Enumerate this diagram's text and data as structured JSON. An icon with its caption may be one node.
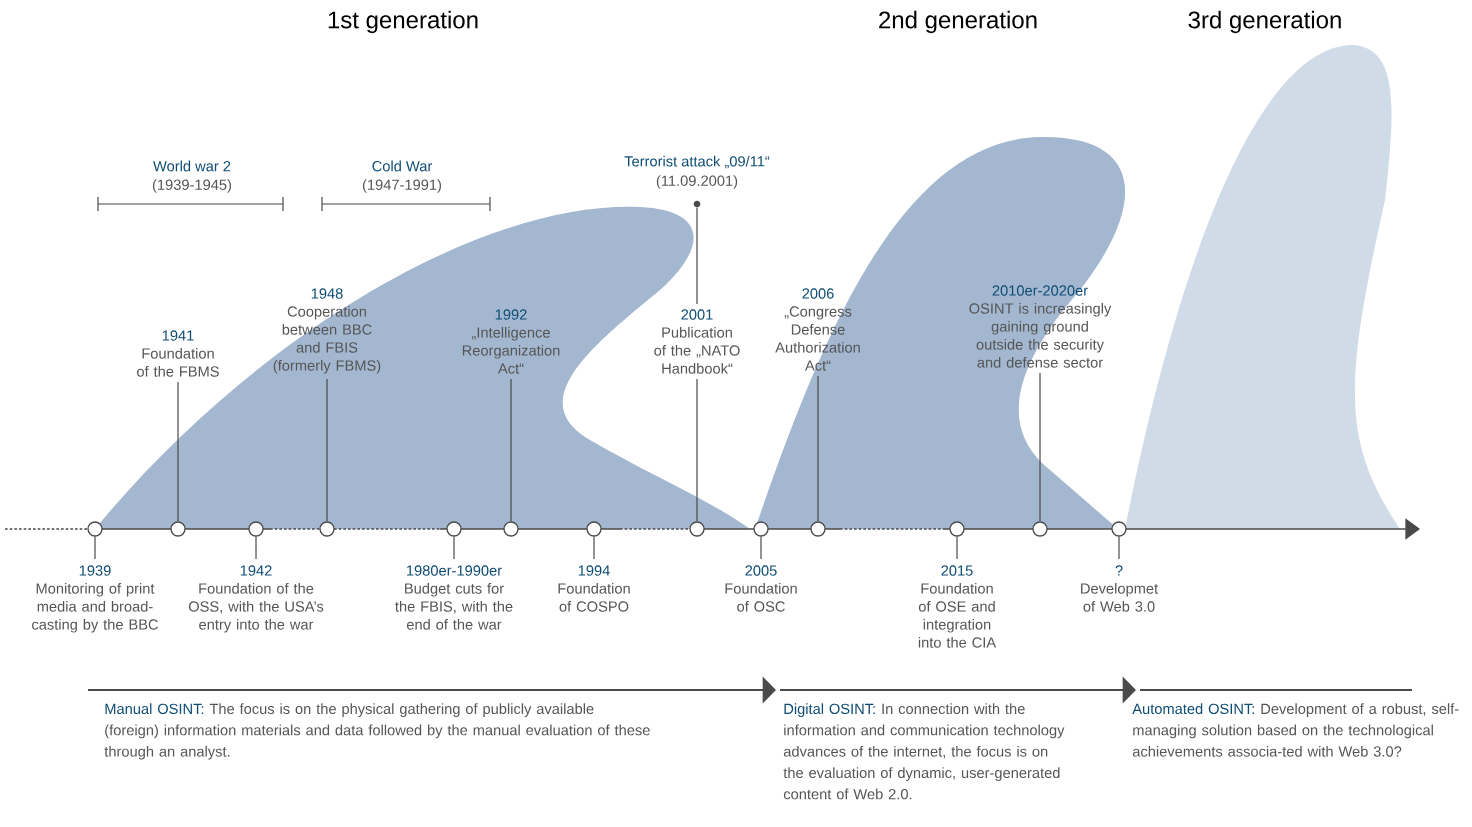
{
  "diagram": {
    "nodes": [
      {
        "text": [
          "1939",
          "Monitoring of print media and broad-casting by the BBC"
        ]
      },
      {
        "text": [
          "1941",
          "Foundation of the FBMS"
        ]
      },
      {
        "text": [
          "1942",
          "Foundation of the OSS, with the USA’s entry into the war"
        ]
      },
      {
        "text": [
          "1948",
          "Cooperation between BBC and FBIS (formerly FBMS)"
        ]
      },
      {
        "text": [
          "1980er-1990er",
          "Budget cuts for the FBIS, with the end of the war"
        ]
      },
      {
        "text": [
          "1992",
          "„Intelligence Reorganization Act“"
        ]
      },
      {
        "text": [
          "1994",
          "Foundation of COSPO"
        ]
      },
      {
        "text": [
          "2001",
          "Publication of the „NATO Handbook“"
        ]
      },
      {
        "text": [
          "2005",
          "Foundation of OSC"
        ]
      },
      {
        "text": [
          "2006",
          "„Congress Defense Authorization Act“"
        ]
      },
      {
        "text": [
          "2015",
          "Foundation of OSE and integration into the CIA"
        ]
      },
      {
        "text": [
          "2010er-2020er",
          "OSINT is increasingly gaining ground outside the security and defense sector"
        ]
      },
      {
        "text": [
          "?",
          "Developmet of Web 3.0"
        ]
      },
      {
        "text": [],
        "shape": "circle"
      },
      {
        "text": [],
        "shape": "circle"
      },
      {
        "text": [],
        "shape": "circle"
      },
      {
        "text": [],
        "shape": "circle"
      },
      {
        "text": [],
        "shape": "circle"
      },
      {
        "text": [],
        "shape": "circle"
      },
      {
        "text": [],
        "shape": "circle"
      },
      {
        "text": [],
        "shape": "circle"
      },
      {
        "text": [],
        "shape": "circle"
      },
      {
        "text": [],
        "shape": "circle"
      },
      {
        "text": [],
        "shape": "circle"
      },
      {
        "text": [],
        "shape": "circle"
      },
      {
        "text": [],
        "shape": "circle"
      },
      {
        "text": [],
        "shape": "circle"
      }
    ],
    "edges": [
      {
        "from": 0,
        "to": 14,
        "arrow": "none"
      },
      {
        "from": 1,
        "to": 15,
        "arrow": "none"
      },
      {
        "from": 2,
        "to": 16,
        "arrow": "none"
      },
      {
        "from": 3,
        "to": 17,
        "arrow": "none"
      },
      {
        "from": 4,
        "to": 18,
        "arrow": "none"
      },
      {
        "from": 5,
        "to": 19,
        "arrow": "none"
      },
      {
        "from": 6,
        "to": 20,
        "arrow": "none"
      },
      {
        "from": 7,
        "to": 21,
        "arrow": "none"
      },
      {
        "from": 8,
        "to": 22,
        "arrow": "none"
      },
      {
        "from": 9,
        "to": 23,
        "arrow": "none"
      },
      {
        "from": 10,
        "to": 24,
        "arrow": "none"
      },
      {
        "from": 11,
        "to": 25,
        "arrow": "none"
      },
      {
        "from": 12,
        "to": 26,
        "arrow": "none"
      },
      {
        "from": 13,
        "to": 7,
        "arrow": "none"
      }
    ],
    "labels": [
      "1st generation",
      "2nd generation",
      "3rd generation",
      "World war 2",
      "(1939-1945)",
      "Cold War",
      "(1947-1991)",
      "Terrorist attack „09/11“",
      "(11.09.2001)",
      "Manual OSINT:",
      "The focus is on the physical gathering of publicly available (foreign) information materials and data followed by the manual evaluation of these through an analyst.",
      "Digital OSINT:",
      "In connection with the information and communication technology advances of the internet, the focus is on the evaluation of dynamic, user-generated content of Web 2.0.",
      "Automated OSINT:",
      "Development of a robust, self-managing solution based on the technological achievements associa-ted with Web 3.0?"
    ]
  }
}
